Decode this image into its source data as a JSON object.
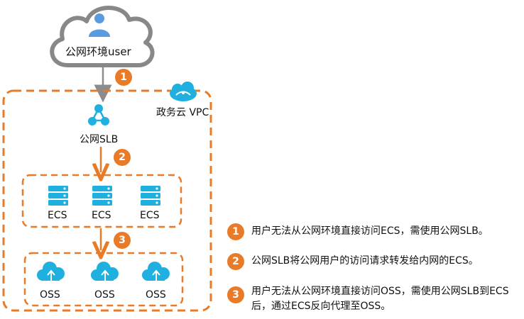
{
  "user_cloud": {
    "label": "公网环境user"
  },
  "vpc": {
    "label": "政务云 VPC"
  },
  "slb": {
    "label": "公网SLB"
  },
  "ecs_nodes": [
    {
      "label": "ECS"
    },
    {
      "label": "ECS"
    },
    {
      "label": "ECS"
    }
  ],
  "oss_nodes": [
    {
      "label": "OSS"
    },
    {
      "label": "OSS"
    },
    {
      "label": "OSS"
    }
  ],
  "step_badges": [
    "1",
    "2",
    "3"
  ],
  "legend": [
    {
      "num": "1",
      "text": "用户无法从公网环境直接访问ECS，需使用公网SLB。"
    },
    {
      "num": "2",
      "text": "公网SLB将公网用户的访问请求转发给内网的ECS。"
    },
    {
      "num": "3",
      "text": "用户无法从公网环境直接访问OSS，需使用公网SLB到ECS后，通过ECS反向代理至OSS。"
    }
  ],
  "colors": {
    "accent_orange": "#e97b28",
    "icon_blue": "#1fb0e0",
    "arrow_gray": "#8c8c8c"
  }
}
